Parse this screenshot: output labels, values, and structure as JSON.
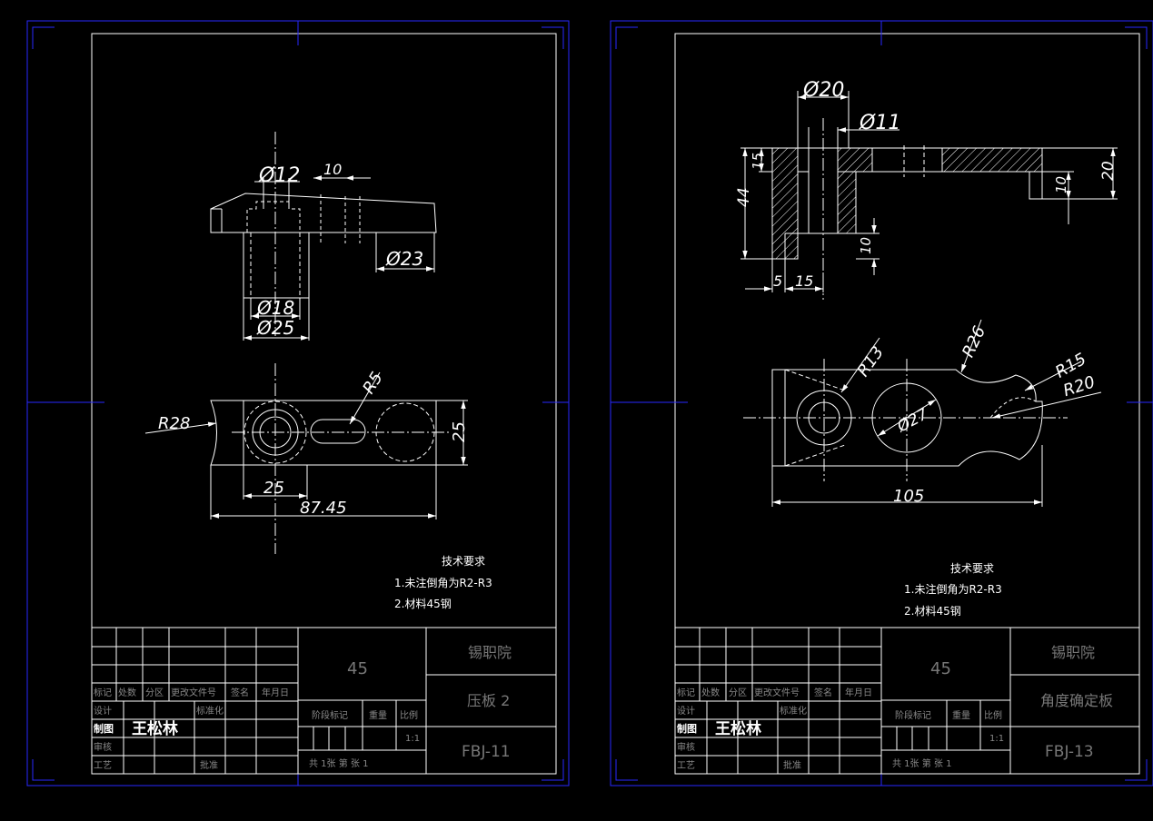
{
  "sheets": [
    {
      "dims": {
        "d12": "Ø12",
        "d10": "10",
        "d23": "Ø23",
        "d18": "Ø18",
        "d25": "Ø25",
        "r5": "R5",
        "r28": "R28",
        "w25": "25",
        "h25": "25",
        "len": "87.45"
      },
      "notes": {
        "title": "技术要求",
        "line1": "1.未注倒角为R2-R3",
        "line2": "2.材料45钢"
      },
      "title_block": {
        "material": "45",
        "school": "锡职院",
        "part_name": "压板 2",
        "drawing_no": "FBJ-11",
        "drawer": "王松林",
        "labels": {
          "mark": "标记",
          "count": "处数",
          "zone": "分区",
          "change_doc": "更改文件号",
          "sign": "签名",
          "date": "年月日",
          "design": "设计",
          "standard": "标准化",
          "draw": "制图",
          "review": "审核",
          "process": "工艺",
          "approve": "批准",
          "stage": "阶段标记",
          "weight": "重量",
          "scale": "比例",
          "scale_val": "1:1",
          "sheets": "共  1张 第  张  1"
        }
      }
    },
    {
      "dims": {
        "d20": "Ø20",
        "d11": "Ø11",
        "h44": "44",
        "h15": "15",
        "h20": "20",
        "h10r": "10",
        "h10b": "10",
        "w5": "5",
        "w15": "15",
        "r13": "R13",
        "r26": "R26",
        "r15": "R15",
        "r20": "R20",
        "d27": "Ø27",
        "len": "105"
      },
      "notes": {
        "title": "技术要求",
        "line1": "1.未注倒角为R2-R3",
        "line2": "2.材料45钢"
      },
      "title_block": {
        "material": "45",
        "school": "锡职院",
        "part_name": "角度确定板",
        "drawing_no": "FBJ-13",
        "drawer": "王松林",
        "labels": {
          "mark": "标记",
          "count": "处数",
          "zone": "分区",
          "change_doc": "更改文件号",
          "sign": "签名",
          "date": "年月日",
          "design": "设计",
          "standard": "标准化",
          "draw": "制图",
          "review": "审核",
          "process": "工艺",
          "approve": "批准",
          "stage": "阶段标记",
          "weight": "重量",
          "scale": "比例",
          "scale_val": "1:1",
          "sheets": "共  1张 第  张  1"
        }
      }
    }
  ]
}
